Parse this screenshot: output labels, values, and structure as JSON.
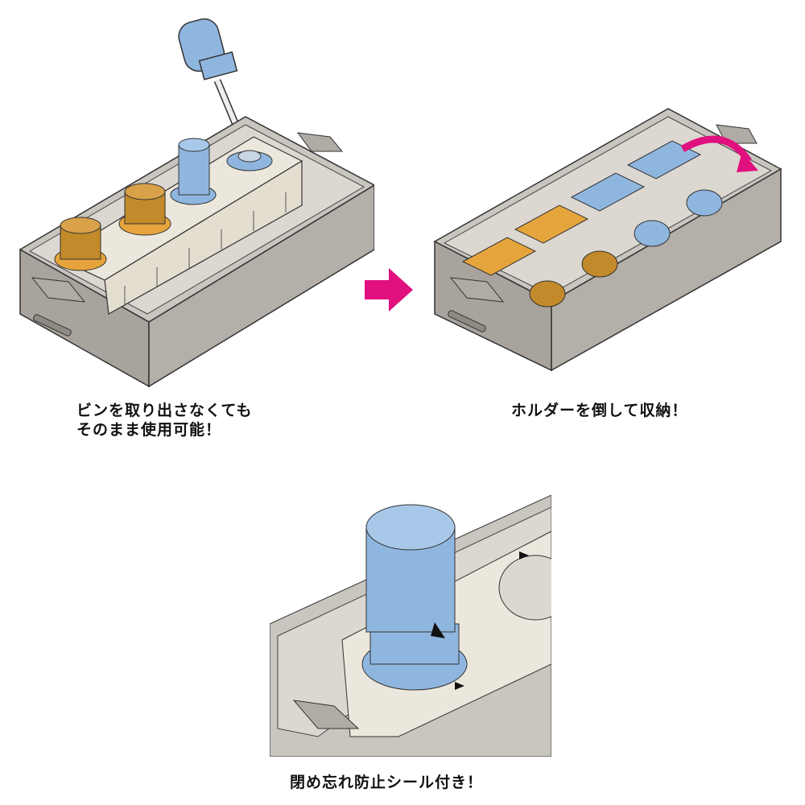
{
  "captions": {
    "panel1_line1": "ビンを取り出さなくても",
    "panel1_line2": "そのまま使用可能！",
    "panel2": "ホルダーを倒して収納！",
    "panel3": "閉め忘れ防止シール付き！"
  },
  "colors": {
    "box_gray": "#a8a39c",
    "box_light": "#c9c5bf",
    "holder_cream": "#ece7dc",
    "bottle_blue": "#8fb6df",
    "cap_brown": "#c28a2a",
    "label_orange": "#e6a53c",
    "arrow_magenta": "#e0117f"
  },
  "icons": {
    "step_arrow": "right-arrow-icon",
    "rotate_arrow": "curved-arrow-icon",
    "marker": "triangle-marker-icon"
  }
}
